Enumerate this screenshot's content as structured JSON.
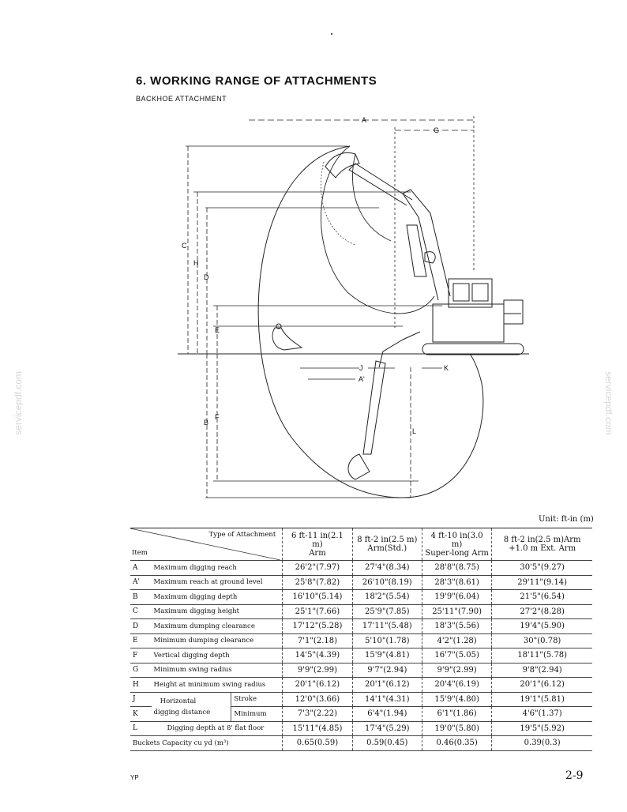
{
  "heading": "6.   WORKING RANGE OF ATTACHMENTS",
  "subheading": "BACKHOE ATTACHMENT",
  "watermark": "servicepdf.com",
  "diagram": {
    "labels": [
      "A",
      "G",
      "C",
      "H",
      "D",
      "E",
      "B",
      "F",
      "J",
      "K",
      "A'",
      "L"
    ]
  },
  "unit": "Unit: ft-in (m)",
  "table": {
    "header_type": "Type of Attachment",
    "header_item": "Item",
    "columns": [
      [
        "6 ft-11 in(2.1 m)",
        "Arm"
      ],
      [
        "8 ft-2 in(2.5 m)",
        "Arm(Std.)"
      ],
      [
        "4 ft-10 in(3.0 m)",
        "Super-long Arm"
      ],
      [
        "8 ft-2 in(2.5 m)Arm",
        "+1.0 m Ext. Arm"
      ]
    ],
    "rows": [
      {
        "code": "A",
        "item": "Maximum digging reach",
        "values": [
          "26'2\"(7.97)",
          "27'4\"(8.34)",
          "28'8\"(8.75)",
          "30'5\"(9.27)"
        ]
      },
      {
        "code": "A'",
        "item": "Maximum reach at ground level",
        "values": [
          "25'8\"(7.82)",
          "26'10\"(8.19)",
          "28'3\"(8.61)",
          "29'11\"(9.14)"
        ]
      },
      {
        "code": "B",
        "item": "Maximum digging depth",
        "values": [
          "16'10\"(5.14)",
          "18'2\"(5.54)",
          "19'9\"(6.04)",
          "21'5\"(6.54)"
        ]
      },
      {
        "code": "C",
        "item": "Maximum digging height",
        "values": [
          "25'1\"(7.66)",
          "25'9\"(7.85)",
          "25'11\"(7.90)",
          "27'2\"(8.28)"
        ]
      },
      {
        "code": "D",
        "item": "Maximum dumping clearance",
        "values": [
          "17'12\"(5.28)",
          "17'11\"(5.48)",
          "18'3\"(5.56)",
          "19'4\"(5.90)"
        ]
      },
      {
        "code": "E",
        "item": "Minimum dumping clearance",
        "values": [
          "7'1\"(2.18)",
          "5'10\"(1.78)",
          "4'2\"(1.28)",
          "30\"(0.78)"
        ]
      },
      {
        "code": "F",
        "item": "Vertical digging depth",
        "values": [
          "14'5\"(4.39)",
          "15'9\"(4.81)",
          "16'7\"(5.05)",
          "18'11\"(5.78)"
        ]
      },
      {
        "code": "G",
        "item": "Minimum swing radius",
        "values": [
          "9'9\"(2.99)",
          "9'7\"(2.94)",
          "9'9\"(2.99)",
          "9'8\"(2.94)"
        ]
      },
      {
        "code": "H",
        "item": "Height at minimum swing radius",
        "values": [
          "20'1\"(6.12)",
          "20'1\"(6.12)",
          "20'4\"(6.19)",
          "20'1\"(6.12)"
        ]
      }
    ],
    "horizontal_label_1": "Horizontal",
    "horizontal_label_2": "digging distance",
    "horizontal_rows": [
      {
        "code": "J",
        "sub": "Stroke",
        "values": [
          "12'0\"(3.66)",
          "14'1\"(4.31)",
          "15'9\"(4.80)",
          "19'1\"(5.81)"
        ]
      },
      {
        "code": "K",
        "sub": "Minimum",
        "values": [
          "7'3\"(2.22)",
          "6'4\"(1.94)",
          "6'1\"(1.86)",
          "4'6\"(1.37)"
        ]
      }
    ],
    "row_l": {
      "code": "L",
      "item": "Digging depth at 8' flat floor",
      "values": [
        "15'11\"(4.85)",
        "17'4\"(5.29)",
        "19'0\"(5.80)",
        "19'5\"(5.92)"
      ]
    },
    "bucket": {
      "item": "Buckets Capacity cu yd (m³)",
      "values": [
        "0.65(0.59)",
        "0.59(0.45)",
        "0.46(0.35)",
        "0.39(0.3)"
      ]
    }
  },
  "footer_left": "YP",
  "footer_right": "2-9"
}
